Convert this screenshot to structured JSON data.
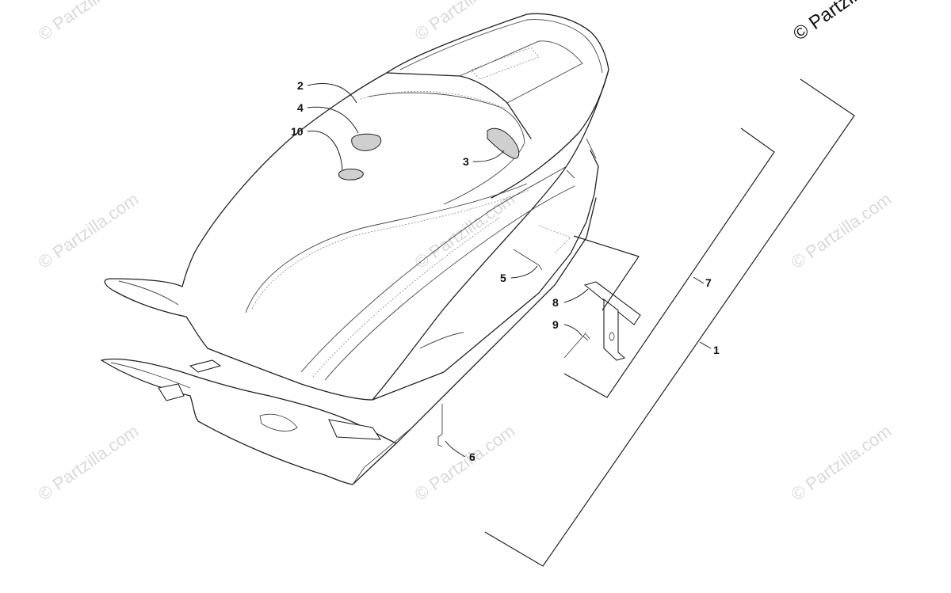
{
  "copyright_text": "© Partzilla.com",
  "watermark_text": "© Partzilla.com",
  "callouts": [
    {
      "label": "1"
    },
    {
      "label": "2"
    },
    {
      "label": "3"
    },
    {
      "label": "4"
    },
    {
      "label": "5"
    },
    {
      "label": "6"
    },
    {
      "label": "7"
    },
    {
      "label": "8"
    },
    {
      "label": "9"
    },
    {
      "label": "10"
    }
  ]
}
